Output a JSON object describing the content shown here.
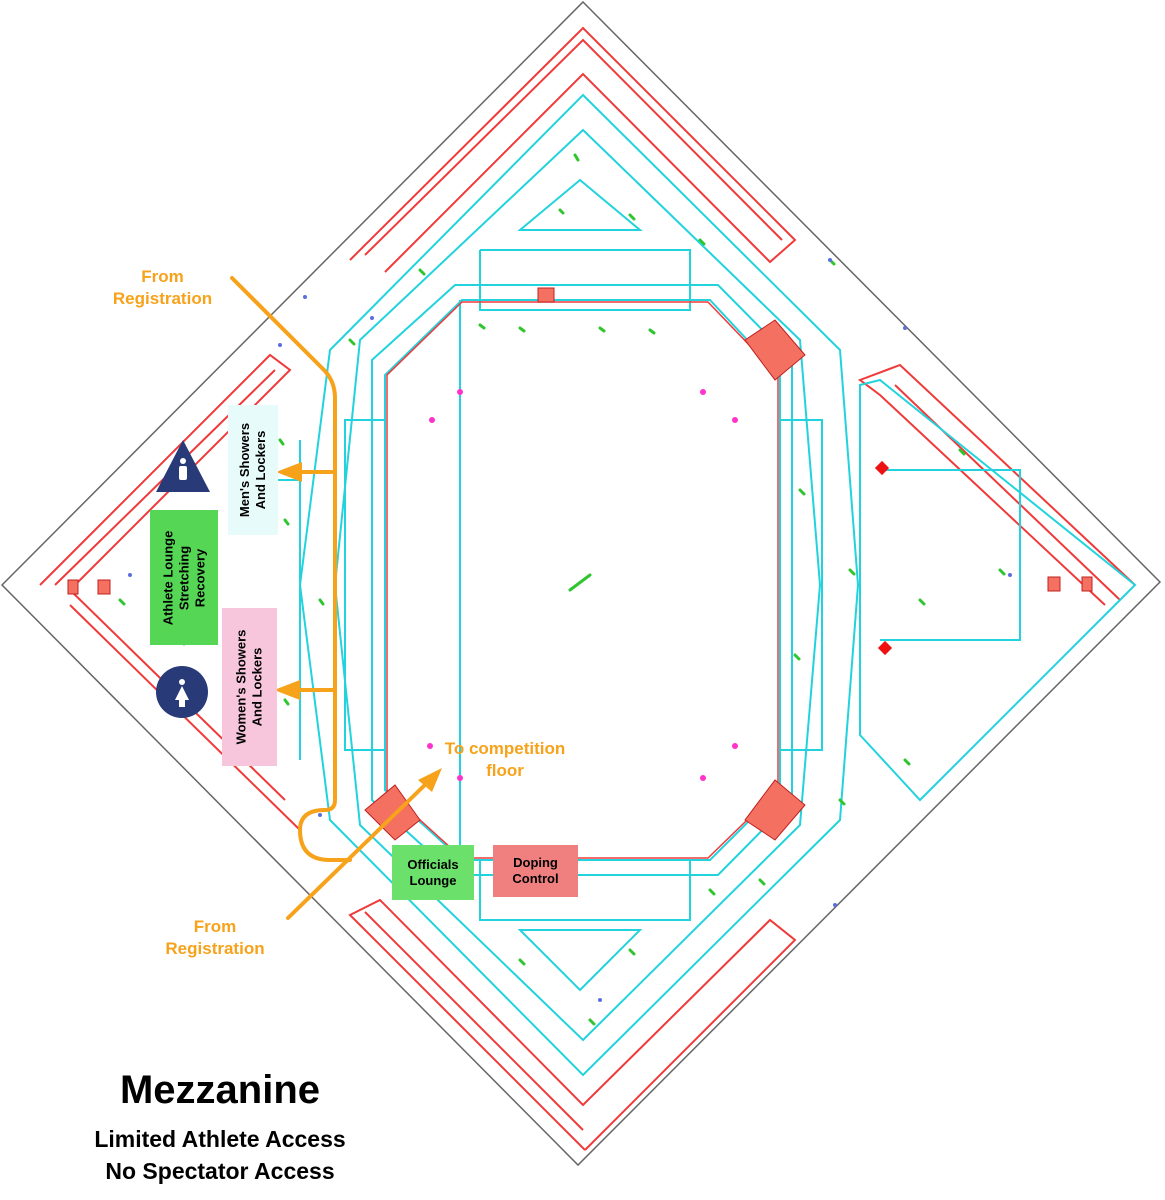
{
  "labels": {
    "from_registration_top": "From\nRegistration",
    "from_registration_bottom": "From\nRegistration",
    "to_competition_floor": "To competition\nfloor"
  },
  "rooms": {
    "mens_showers": "Men's Showers\nAnd Lockers",
    "womens_showers": "Women's Showers\nAnd Lockers",
    "athlete_lounge": "Athlete Lounge\nStretching\nRecovery",
    "officials_lounge": "Officials\nLounge",
    "doping_control": "Doping\nControl"
  },
  "legend": {
    "title": "Mezzanine",
    "line1": "Limited Athlete Access",
    "line2": "No Spectator Access"
  },
  "colors": {
    "route": "#f7a21b",
    "wall_cyan": "#22d3dd",
    "wall_red": "#f03a3a",
    "green_room": "#55d655",
    "pink_room": "#f7c5dc",
    "red_room": "#f08080",
    "mens_bg": "#e8fbfb",
    "restroom_icon": "#283a78"
  },
  "icons": [
    "men-restroom-icon",
    "women-restroom-icon",
    "route-arrow-icon"
  ]
}
